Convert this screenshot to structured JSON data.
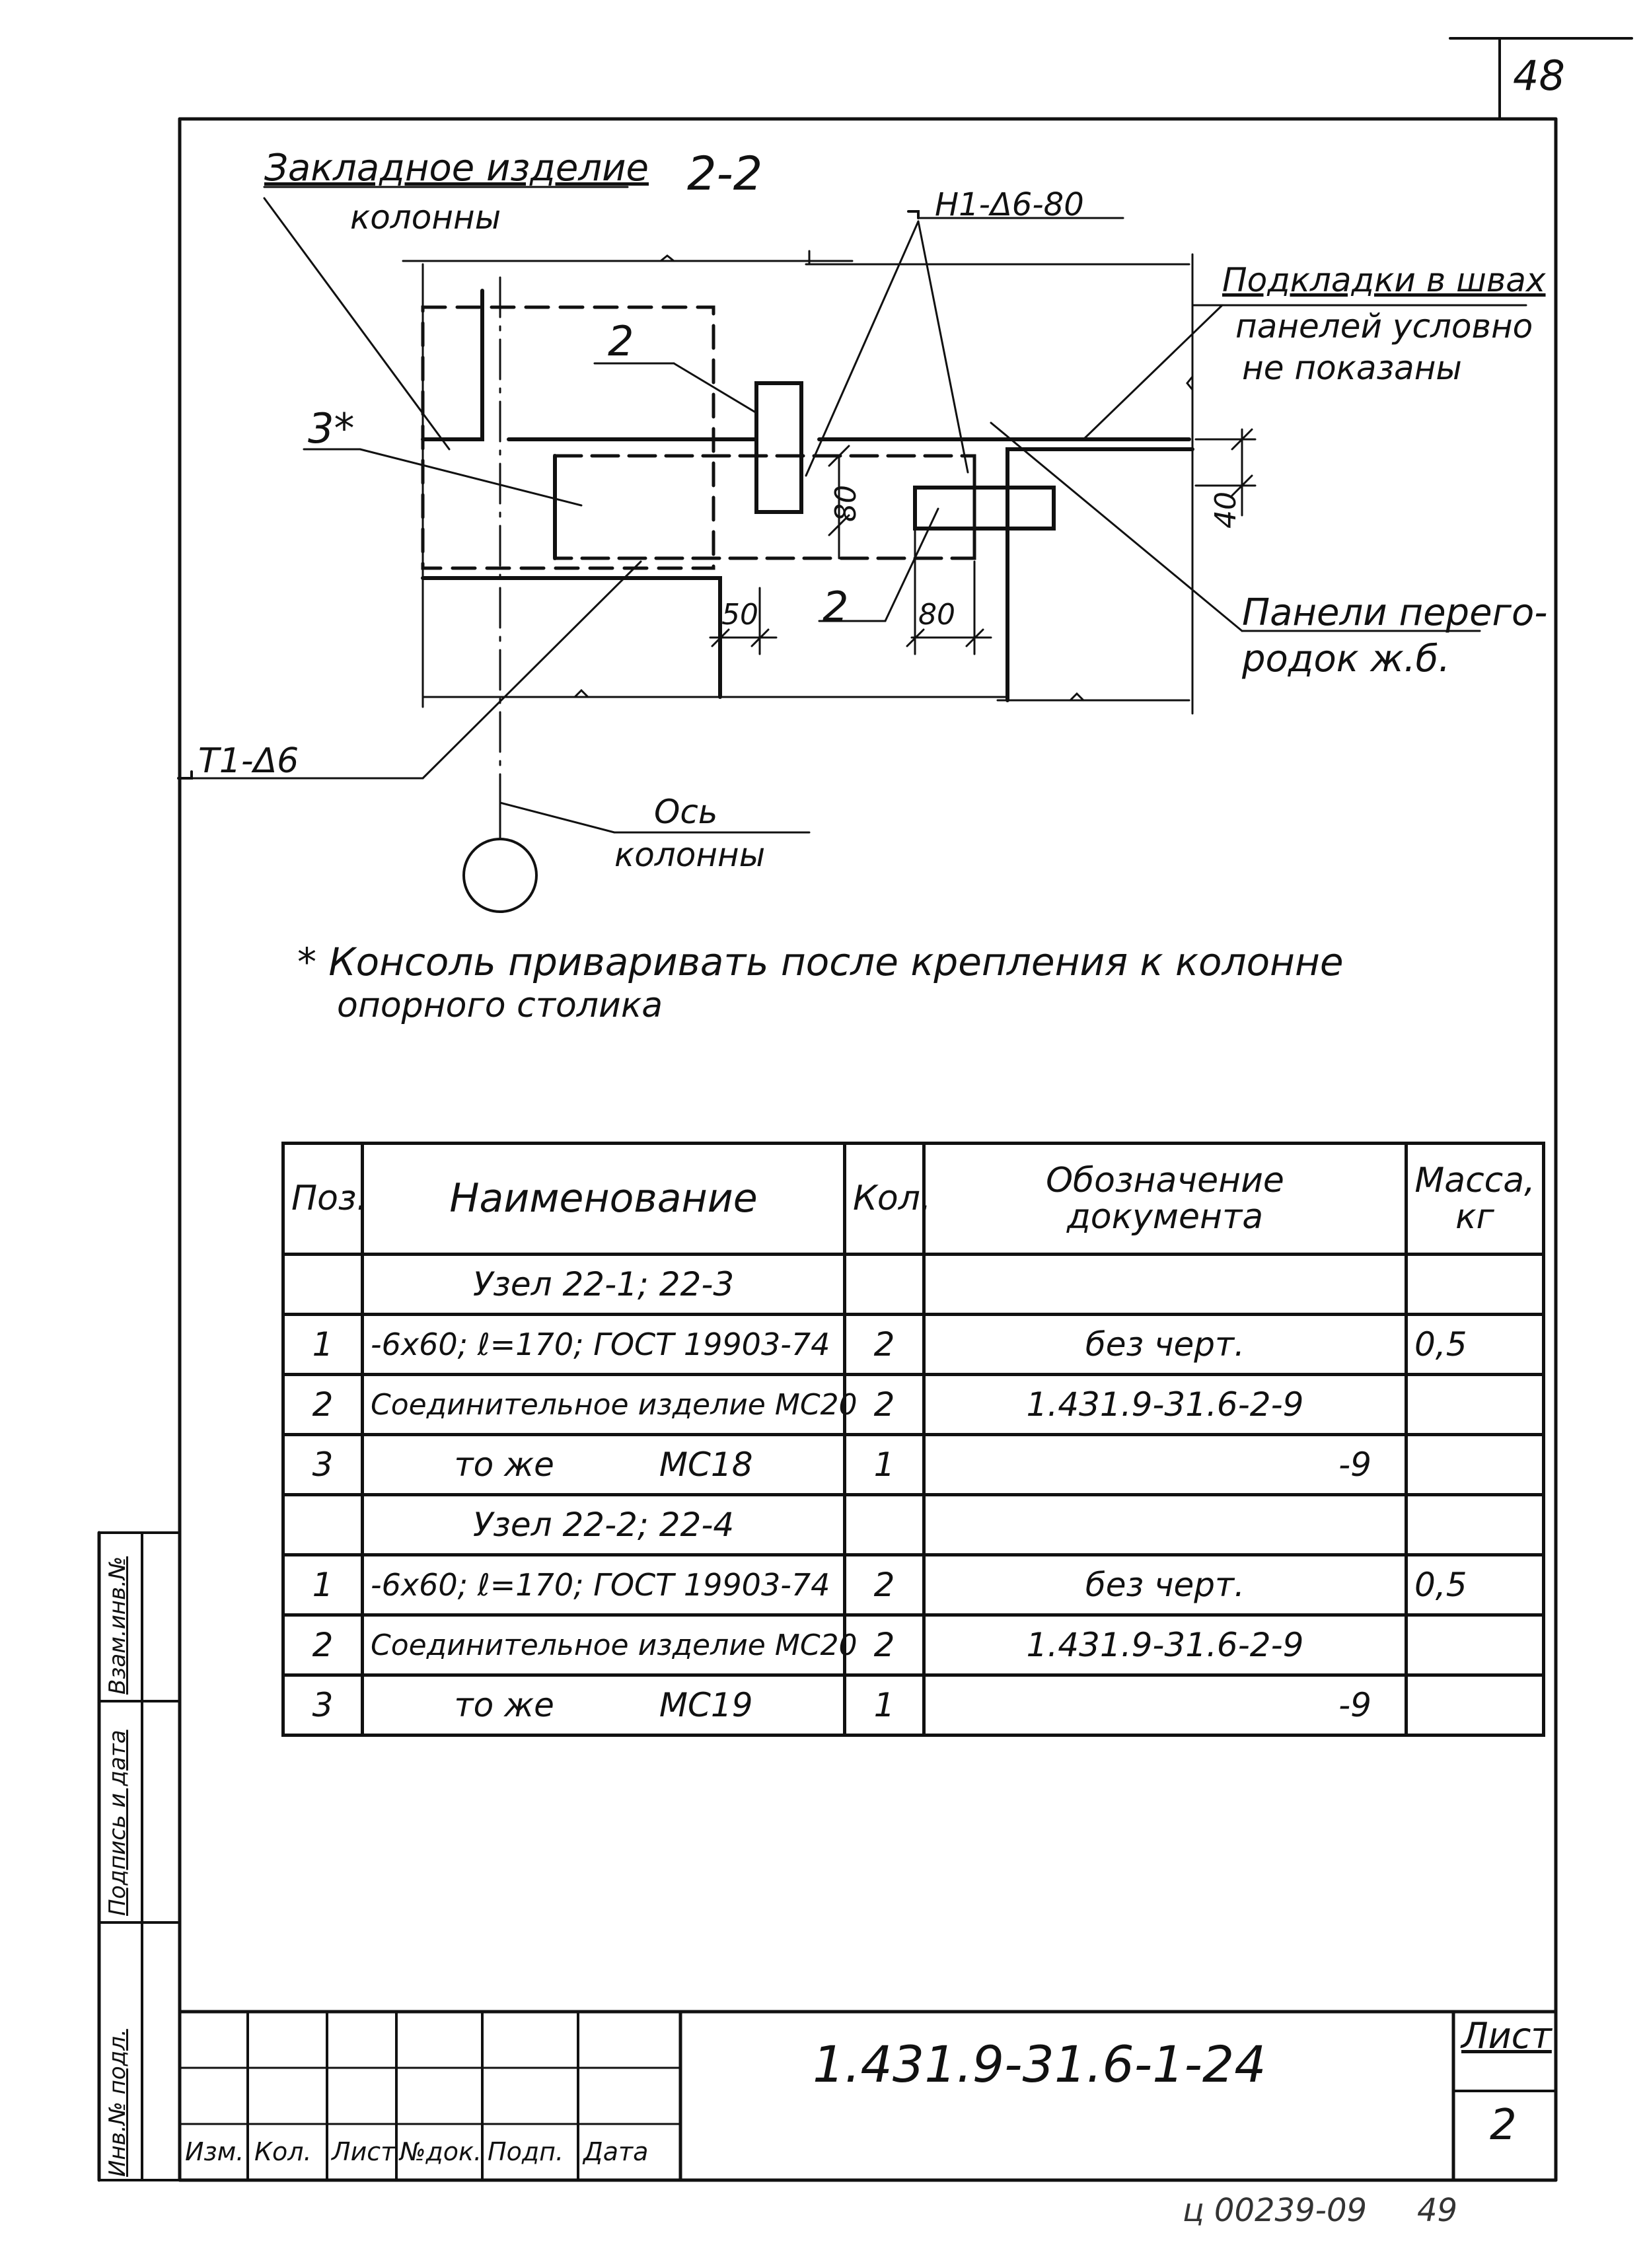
{
  "sheet_number_top": "48",
  "section_title": "2-2",
  "labels": {
    "embedded_part_line1": "Закладное изделие",
    "embedded_part_line2": "колонны",
    "weld_top": "Н1-Δ6-80",
    "pads_line1": "Подкладки в швах",
    "pads_line2": "панелей условно",
    "pads_line3": "не показаны",
    "pos2_upper": "2",
    "pos3": "3*",
    "dim_80_vertical": "80",
    "dim_40": "40",
    "dim_50": "50",
    "pos2_lower": "2",
    "dim_80_horizontal": "80",
    "panels_line1": "Панели перего-",
    "panels_line2": "родок ж.б.",
    "weld_bottom": "Т1-Δ6",
    "axis_line1": "Ось",
    "axis_line2": "колонны"
  },
  "note": {
    "line1": "* Консоль приваривать после крепления к колонне",
    "line2": "опорного столика"
  },
  "spec_table": {
    "headers": {
      "pos": "Поз.",
      "name": "Наименование",
      "qty": "Кол.",
      "doc_line1": "Обозначение",
      "doc_line2": "документа",
      "mass_line1": "Масса,",
      "mass_line2": "кг"
    },
    "groups": [
      {
        "title": "Узел 22-1; 22-3",
        "rows": [
          {
            "pos": "1",
            "name": "-6х60; ℓ=170; ГОСТ 19903-74",
            "qty": "2",
            "doc": "без черт.",
            "mass": "0,5"
          },
          {
            "pos": "2",
            "name": "Соединительное изделие МС20",
            "qty": "2",
            "doc": "1.431.9-31.6-2-9",
            "mass": ""
          },
          {
            "pos": "3",
            "name": "то же          МС18",
            "qty": "1",
            "doc": "-9",
            "mass": ""
          }
        ]
      },
      {
        "title": "Узел 22-2; 22-4",
        "rows": [
          {
            "pos": "1",
            "name": "-6х60; ℓ=170; ГОСТ 19903-74",
            "qty": "2",
            "doc": "без черт.",
            "mass": "0,5"
          },
          {
            "pos": "2",
            "name": "Соединительное изделие МС20",
            "qty": "2",
            "doc": "1.431.9-31.6-2-9",
            "mass": ""
          },
          {
            "pos": "3",
            "name": "то же          МС19",
            "qty": "1",
            "doc": "-9",
            "mass": ""
          }
        ]
      }
    ]
  },
  "title_block": {
    "document_code": "1.431.9-31.6-1-24",
    "sheet_label": "Лист",
    "sheet_number": "2",
    "cols": [
      "Изм.",
      "Кол.",
      "Лист",
      "№док.",
      "Подп.",
      "Дата"
    ]
  },
  "side_stamp": {
    "inv_podl": "Инв.№ подл.",
    "signature_date": "Подпись и дата",
    "vzam_inv": "Взам.инв.№"
  },
  "archive_number": "ц 00239-09",
  "page_number_bottom": "49"
}
